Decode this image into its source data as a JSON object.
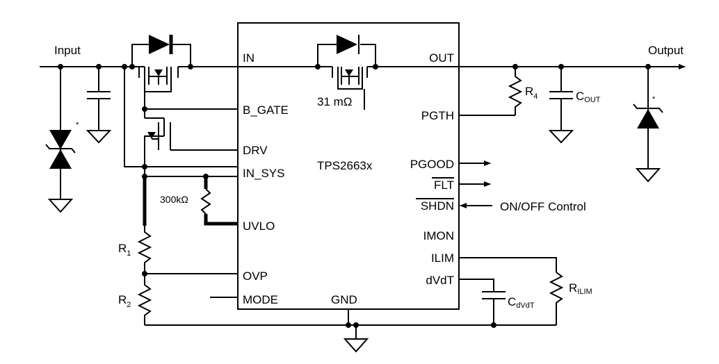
{
  "chip": {
    "name": "TPS2663x",
    "pins_left": {
      "in": "IN",
      "bgate": "B_GATE",
      "drv": "DRV",
      "insys": "IN_SYS",
      "uvlo": "UVLO",
      "ovp": "OVP",
      "mode": "MODE"
    },
    "pins_right": {
      "out": "OUT",
      "pgth": "PGTH",
      "pgood": "PGOOD",
      "flt": "FLT",
      "shdn": "SHDN",
      "imon": "IMON",
      "ilim": "ILIM",
      "dvdt": "dVdT"
    },
    "pin_bottom": {
      "gnd": "GND"
    },
    "internal_fet": "31 mΩ"
  },
  "labels": {
    "input": "Input",
    "output": "Output",
    "on_off": "ON/OFF Control",
    "res_300k": "300kΩ",
    "asterisk": "*"
  },
  "components": {
    "r1": {
      "main": "R",
      "sub": "1"
    },
    "r2": {
      "main": "R",
      "sub": "2"
    },
    "r4": {
      "main": "R",
      "sub": "4"
    },
    "cout": {
      "main": "C",
      "sub": "OUT"
    },
    "cdvdt": {
      "main": "C",
      "sub": "dVdT"
    },
    "rilim": {
      "main": "R",
      "sub": "ILIM"
    }
  }
}
